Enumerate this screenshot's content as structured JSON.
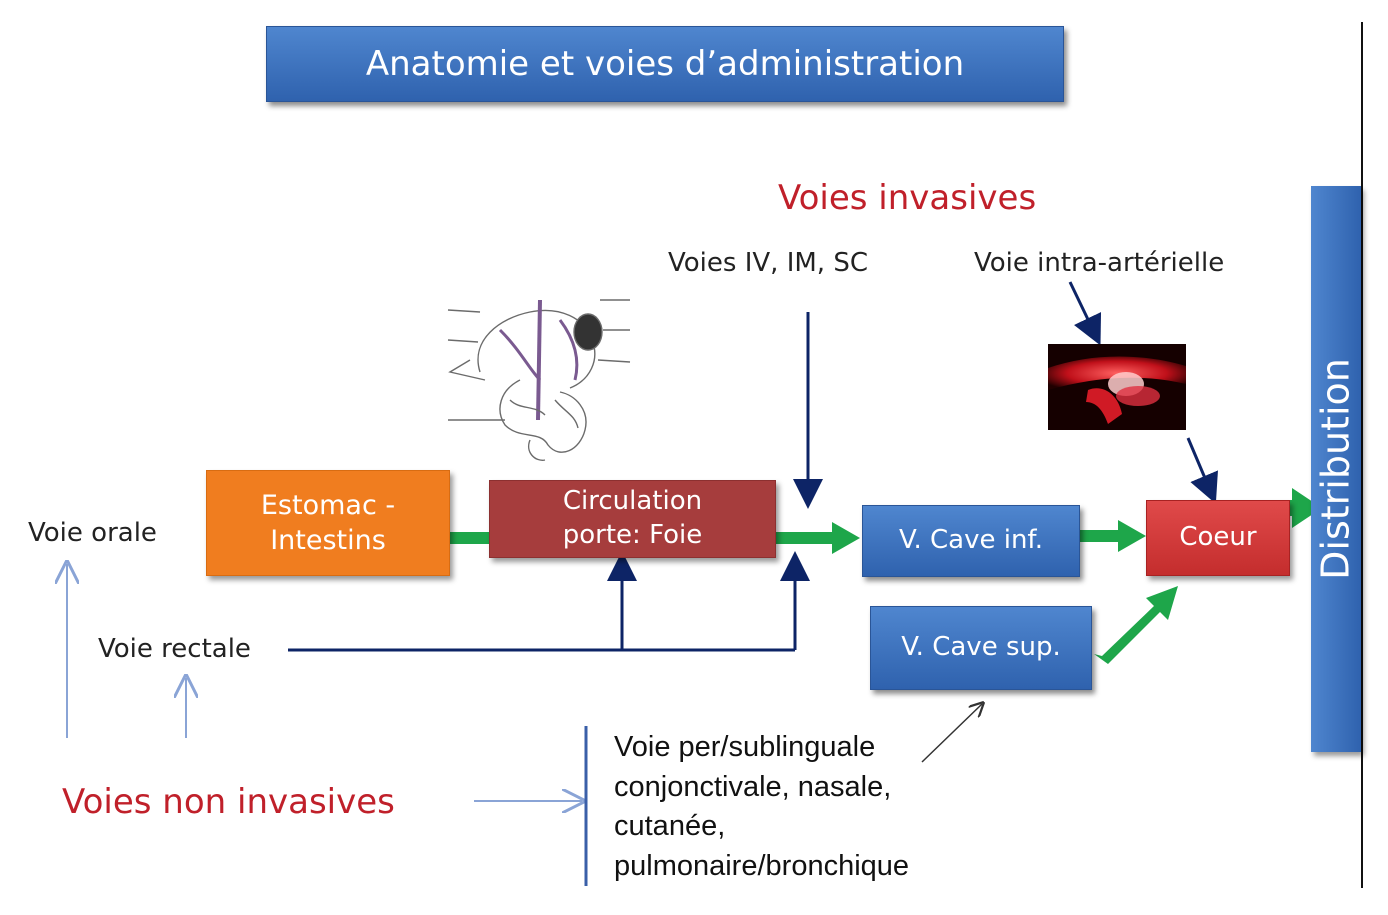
{
  "title": "Anatomie et voies d’administration",
  "boxes": {
    "estomac": [
      "Estomac -",
      "Intestins"
    ],
    "circulation": [
      "Circulation",
      "porte: Foie"
    ],
    "cave_inf": "V. Cave inf.",
    "cave_sup": "V. Cave sup.",
    "coeur": "Coeur",
    "distribution": "Distribution"
  },
  "labels": {
    "voies_invasives": "Voies invasives",
    "voies_iv": "Voies IV, IM, SC",
    "voie_intra_arterielle": "Voie intra-artérielle",
    "voie_orale": "Voie orale",
    "voie_rectale": "Voie rectale",
    "voies_non_invasives": "Voies non invasives"
  },
  "list": [
    "Voie per/sublinguale",
    "conjonctivale, nasale,",
    "cutanée,",
    "pulmonaire/bronchique"
  ],
  "colors": {
    "title_blue": "#3a6fbd",
    "orange": "#f07d1f",
    "dark_red": "#a63d3d",
    "red": "#d23a3a",
    "green_arrow": "#1ea64a",
    "navy_line": "#0d2466",
    "red_text": "#c0202a"
  }
}
